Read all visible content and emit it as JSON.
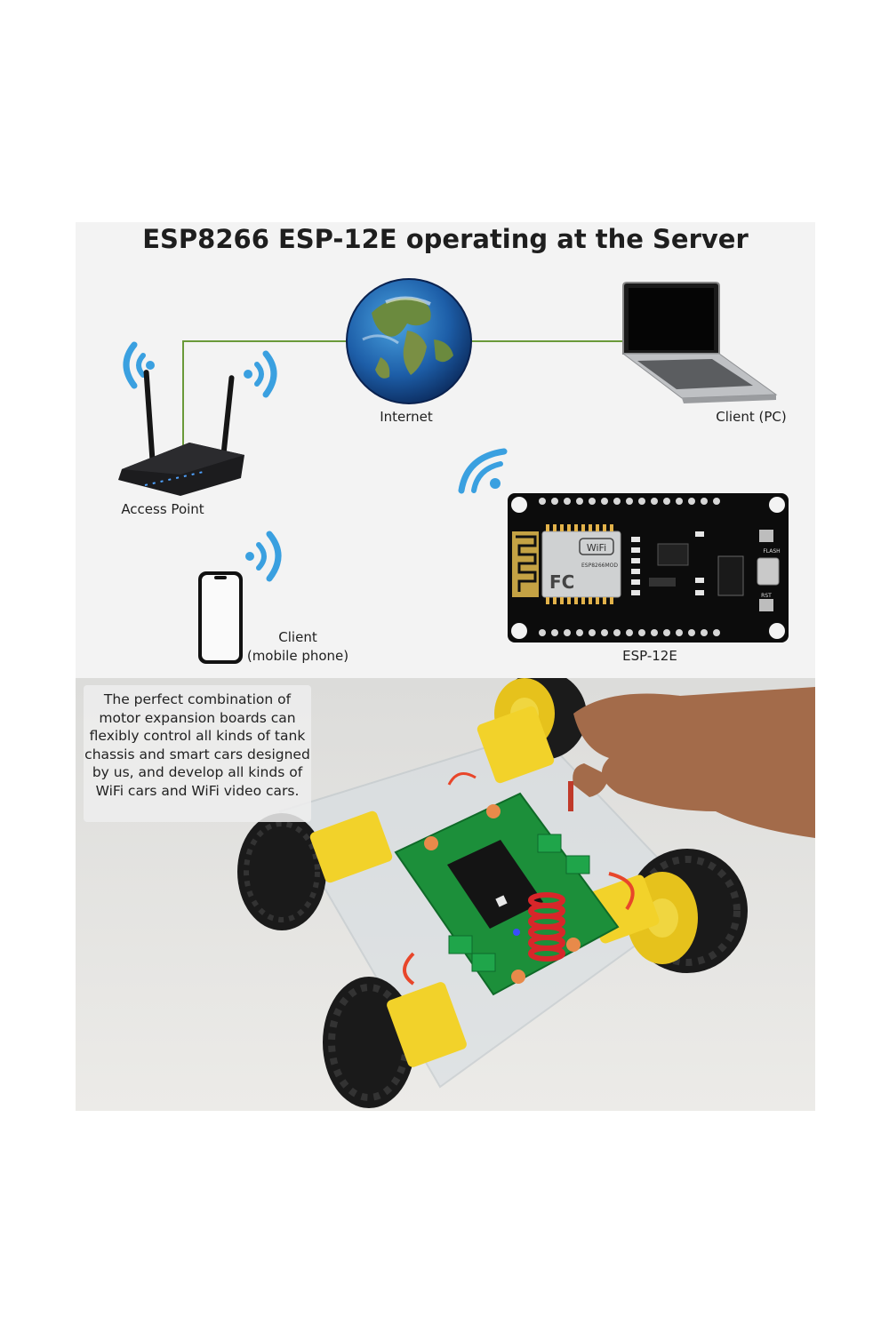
{
  "diagram": {
    "title": "ESP8266 ESP-12E operating at the Server",
    "labels": {
      "internet": "Internet",
      "client_pc": "Client (PC)",
      "access_point": "Access Point",
      "client_mobile_line1": "Client",
      "client_mobile_line2": "(mobile phone)",
      "esp_module": "ESP-12E"
    },
    "board_markings": {
      "wifi": "WiFi",
      "model": "ESP8266MOD",
      "fc": "FC",
      "flash": "FLASH",
      "rst": "RST"
    },
    "colors": {
      "link_line": "#6a9a3a",
      "wifi_waves": "#3aa0e0",
      "panel_bg": "#f3f3f3"
    }
  },
  "photo": {
    "caption": "The perfect combination of motor expansion boards can flexibly control all kinds of tank chassis and smart cars designed by us, and develop all kinds of WiFi cars and WiFi video cars."
  }
}
